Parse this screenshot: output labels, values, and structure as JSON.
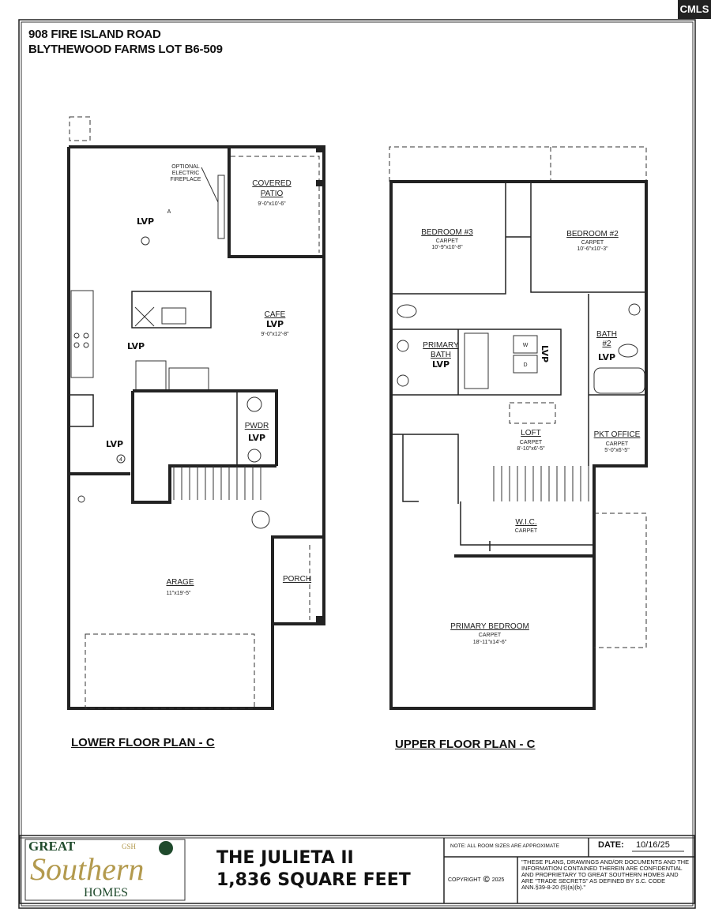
{
  "watermark": "CMLS",
  "header": {
    "address": "908 FIRE ISLAND ROAD",
    "lot": "BLYTHEWOOD FARMS LOT B6-509"
  },
  "lower_plan": {
    "title": "LOWER FLOOR PLAN - C",
    "fireplace_note": [
      "OPTIONAL",
      "ELECTRIC",
      "FIREPLACE"
    ],
    "family_mark": "A",
    "flooring": "LVP",
    "covered_patio": {
      "name": [
        "COVERED",
        "PATIO"
      ],
      "size": "9'-0\"x10'-6\""
    },
    "cafe": {
      "name": "CAFE",
      "floor": "LVP",
      "size": "9'-0\"x12'-8\""
    },
    "kitchen_floor": "LVP",
    "foyer": {
      "floor": "LVP",
      "tag": "4"
    },
    "pwdr": {
      "name": "PWDR",
      "floor": "LVP"
    },
    "garage": {
      "name": "ARAGE",
      "size": "11\"x19'-5\""
    },
    "porch": {
      "name": "PORCH"
    }
  },
  "upper_plan": {
    "title": "UPPER FLOOR PLAN - C",
    "bedroom3": {
      "name": "BEDROOM #3",
      "floor": "CARPET",
      "size": "10'-9\"x10'-8\""
    },
    "bedroom2": {
      "name": "BEDROOM #2",
      "floor": "CARPET",
      "size": "10'-6\"x10'-3\""
    },
    "primary_bath": {
      "name": [
        "PRIMARY",
        "BATH"
      ],
      "floor": "LVP"
    },
    "laundry": {
      "floor": "LVP",
      "washer": "W",
      "dryer": "D"
    },
    "bath2": {
      "name": [
        "BATH",
        "#2"
      ],
      "floor": "LVP"
    },
    "loft": {
      "name": "LOFT",
      "floor": "CARPET",
      "size": "8'-10\"x6'-5\""
    },
    "pkt_office": {
      "name": "PKT OFFICE",
      "floor": "CARPET",
      "size": "5'-0\"x6'-5\""
    },
    "wic": {
      "name": "W.I.C.",
      "floor": "CARPET"
    },
    "primary_bedroom": {
      "name": "PRIMARY BEDROOM",
      "floor": "CARPET",
      "size": "18'-11\"x14'-6\""
    }
  },
  "title_block": {
    "logo": {
      "line1": "GREAT",
      "line2": "Southern",
      "line3": "HOMES",
      "monogram": "GSH"
    },
    "plan_name": "THE JULIETA II",
    "square_feet": "1,836 SQUARE FEET",
    "note": "NOTE: ALL ROOM SIZES ARE APPROXIMATE",
    "date_label": "DATE:",
    "date": "10/16/25",
    "copyright_label": "COPYRIGHT",
    "copyright_symbol": "©",
    "copyright_year": "2025",
    "legal": "\"THESE PLANS, DRAWINGS AND/OR DOCUMENTS AND THE INFORMATION CONTAINED THEREIN ARE CONFIDENTIAL AND PROPRIETARY TO GREAT SOUTHERN HOMES AND ARE \"TRADE SECRETS\" AS DEFINED BY S.C. CODE ANN.§39-8-20 (5)(a)(b).\""
  },
  "colors": {
    "logo_gold": "#b39a4e",
    "logo_green": "#1f4a2c",
    "line": "#222222"
  }
}
